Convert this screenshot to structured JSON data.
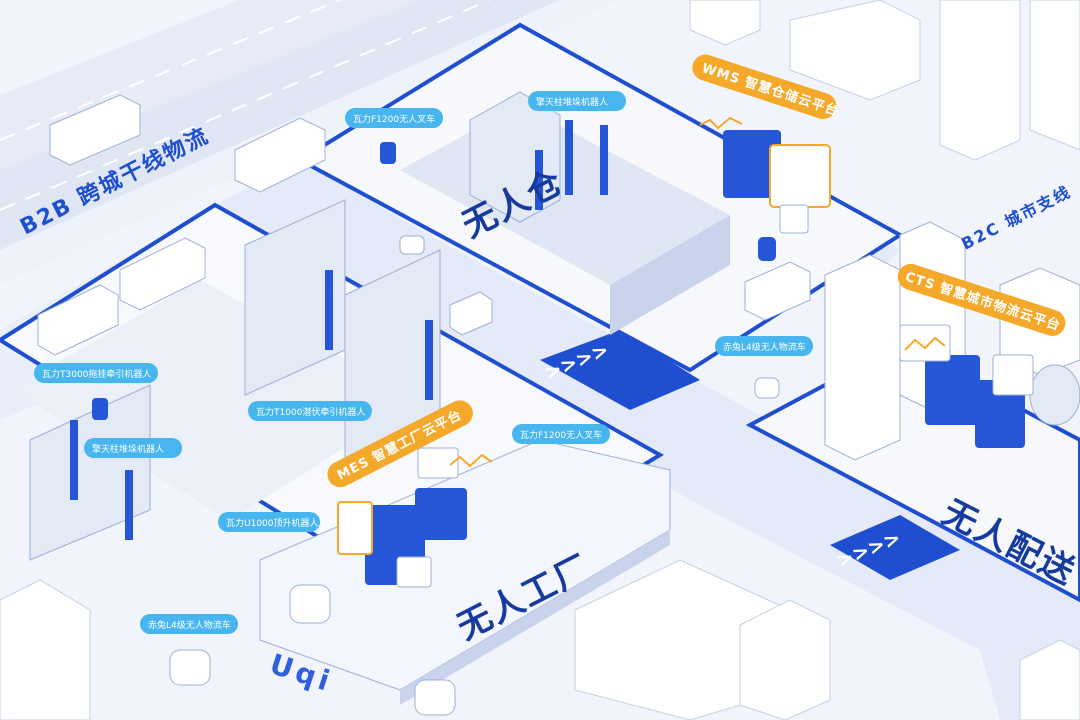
{
  "roads": {
    "b2b": "B2B 跨城干线物流",
    "b2c": "B2C 城市支线"
  },
  "zones": {
    "warehouse": "无人仓",
    "factory": "无人工厂",
    "delivery": "无人配送"
  },
  "platforms": {
    "wms": "WMS 智慧仓储云平台",
    "mes": "MES 智慧工厂云平台",
    "cts": "CTS 智慧城市物流云平台"
  },
  "robot_labels": {
    "forklift_top": "瓦力F1200无人叉车",
    "stacker_top": "擎天柱堆垛机器人",
    "tractor": "瓦力T3000拖挂牵引机器人",
    "stacker_left": "擎天柱堆垛机器人",
    "latent": "瓦力T1000潜伏牵引机器人",
    "forklift_factory": "瓦力F1200无人叉车",
    "lift": "瓦力U1000顶升机器人",
    "vehicle_mid": "赤兔L4级无人物流车",
    "vehicle_bottom": "赤兔L4级无人物流车"
  },
  "logo": "Uqi",
  "colors": {
    "background": "#f1f4fb",
    "road": "#e3e9f6",
    "road_edge": "#1f4fd0",
    "label_blue": "#47b6ef",
    "platform_orange": "#f4a92a",
    "zone_title": "#163a9e",
    "panel_blue": "#2556d8"
  }
}
